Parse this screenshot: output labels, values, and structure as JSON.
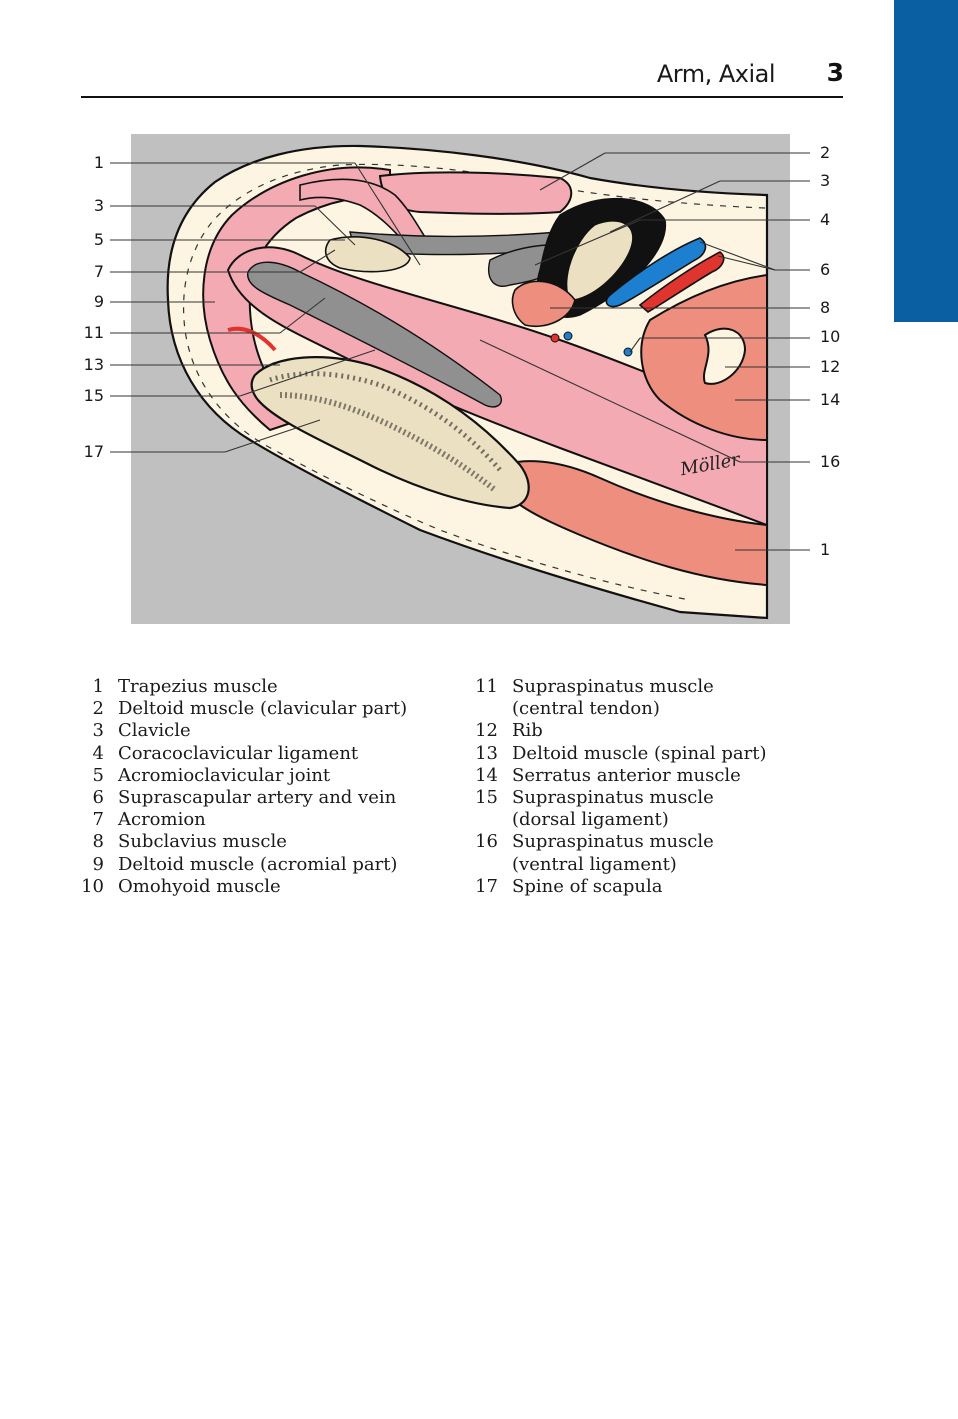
{
  "header": {
    "title": "Arm, Axial",
    "page_number": "3"
  },
  "colors": {
    "tab_blue": "#0a5fa3",
    "figure_bg": "#c0c0c0",
    "skin": "#fdf4e2",
    "muscle_pink": "#f3aab3",
    "muscle_salmon": "#ee8e7e",
    "bone": "#ece0c2",
    "tendon_gray": "#909090",
    "artery_red": "#e0342e",
    "vein_blue": "#1d7fd0"
  },
  "figure": {
    "signature": "Möller",
    "callouts_left": [
      "1",
      "3",
      "5",
      "7",
      "9",
      "11",
      "13",
      "15",
      "17"
    ],
    "callouts_right": [
      "2",
      "3",
      "4",
      "6",
      "8",
      "10",
      "12",
      "14",
      "16",
      "1"
    ]
  },
  "legend": {
    "left": [
      {
        "num": "1",
        "label": "Trapezius muscle"
      },
      {
        "num": "2",
        "label": "Deltoid muscle (clavicular part)"
      },
      {
        "num": "3",
        "label": "Clavicle"
      },
      {
        "num": "4",
        "label": "Coracoclavicular ligament"
      },
      {
        "num": "5",
        "label": "Acromioclavicular joint"
      },
      {
        "num": "6",
        "label": "Suprascapular artery and vein"
      },
      {
        "num": "7",
        "label": "Acromion"
      },
      {
        "num": "8",
        "label": "Subclavius muscle"
      },
      {
        "num": "9",
        "label": "Deltoid muscle (acromial part)"
      },
      {
        "num": "10",
        "label": "Omohyoid muscle"
      }
    ],
    "right": [
      {
        "num": "11",
        "label": "Supraspinatus muscle\n(central tendon)"
      },
      {
        "num": "12",
        "label": "Rib"
      },
      {
        "num": "13",
        "label": "Deltoid muscle (spinal part)"
      },
      {
        "num": "14",
        "label": "Serratus anterior muscle"
      },
      {
        "num": "15",
        "label": "Supraspinatus muscle\n(dorsal ligament)"
      },
      {
        "num": "16",
        "label": "Supraspinatus muscle\n(ventral ligament)"
      },
      {
        "num": "17",
        "label": "Spine of scapula"
      }
    ]
  }
}
